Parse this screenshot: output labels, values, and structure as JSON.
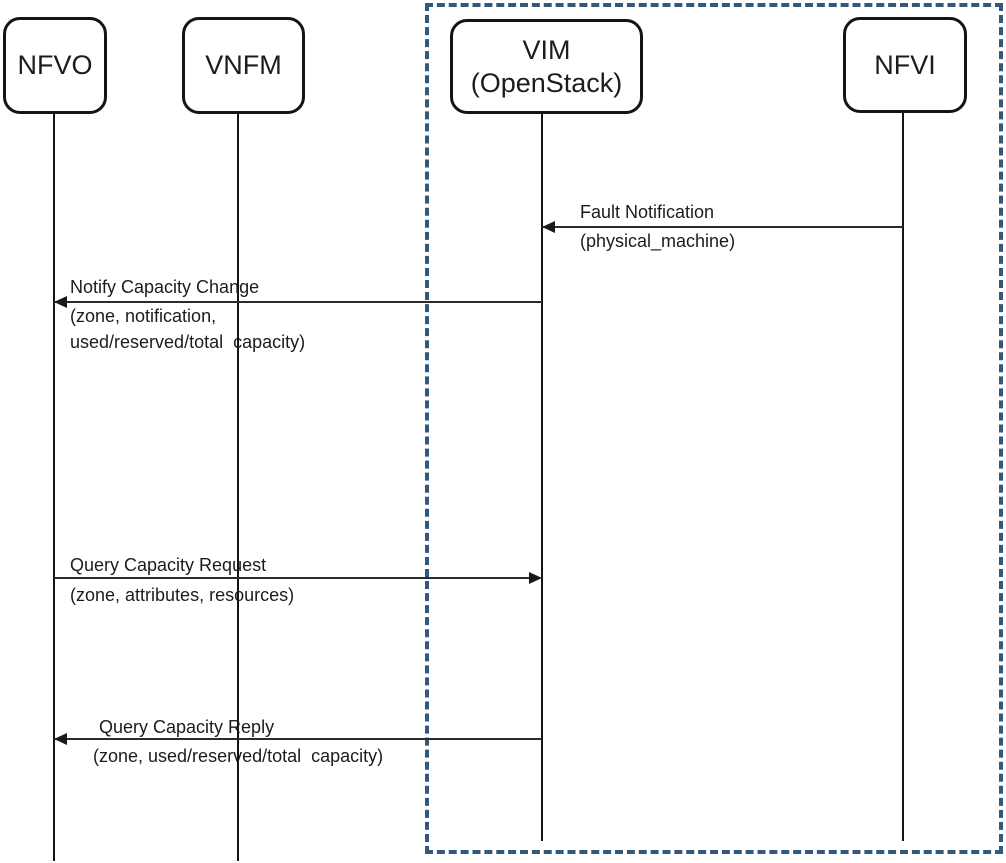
{
  "diagram": {
    "type": "sequence",
    "actors": [
      {
        "id": "nfvo",
        "name": "NFVO"
      },
      {
        "id": "vnfm",
        "name": "VNFM"
      },
      {
        "id": "vim",
        "name": "VIM\n(OpenStack)"
      },
      {
        "id": "nfvi",
        "name": "NFVI"
      }
    ],
    "boundary": {
      "encloses": [
        "VIM (OpenStack)",
        "NFVI"
      ],
      "style": "dashed",
      "color": "#33587E"
    },
    "messages": [
      {
        "title": "Fault Notification",
        "param_lines": [
          "(physical_machine)"
        ],
        "from": "NFVI",
        "to": "VIM (OpenStack)",
        "direction": "left"
      },
      {
        "title": "Notify Capacity Change",
        "param_lines": [
          "(zone, notification,",
          "used/reserved/total  capacity)"
        ],
        "from": "VIM (OpenStack)",
        "to": "NFVO",
        "direction": "left"
      },
      {
        "title": "Query Capacity Request",
        "param_lines": [
          "(zone, attributes, resources)"
        ],
        "from": "NFVO",
        "to": "VIM (OpenStack)",
        "direction": "right"
      },
      {
        "title": "Query Capacity Reply",
        "param_lines": [
          "(zone, used/reserved/total  capacity)"
        ],
        "from": "VIM (OpenStack)",
        "to": "NFVO",
        "direction": "left"
      }
    ],
    "colors": {
      "background": "#FFFFFF",
      "boundary_dash": "#33587E",
      "line": "#1C1C1C",
      "text": "#1C1C1C"
    }
  }
}
